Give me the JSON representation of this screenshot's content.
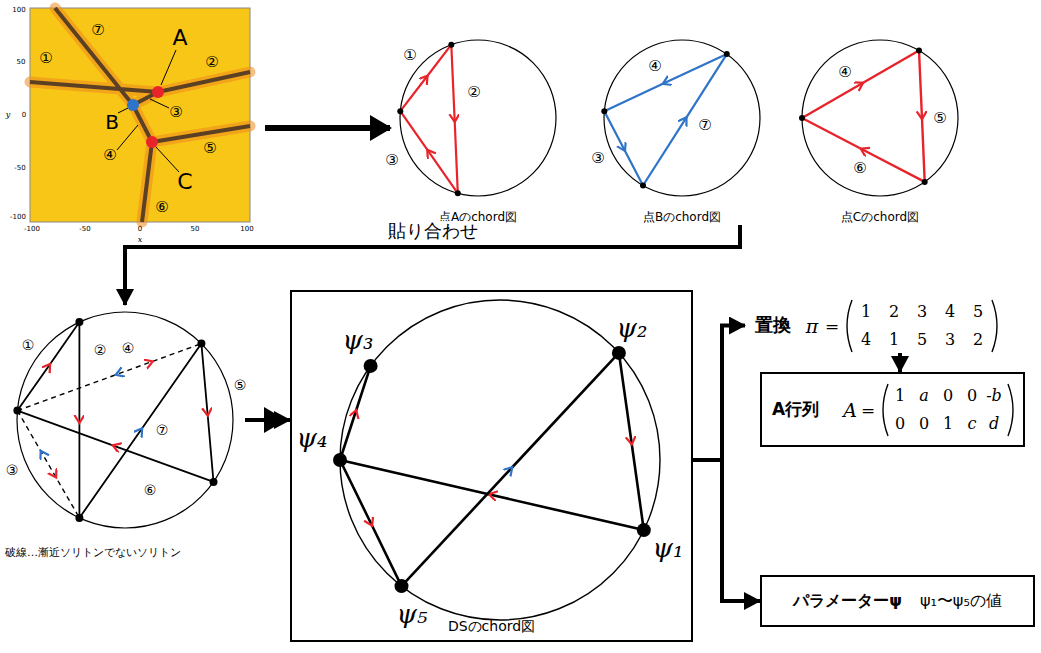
{
  "diagram": {
    "nodes": [
      {
        "text": [
          "点Aのchord図"
        ]
      },
      {
        "text": [
          "点Bのchord図"
        ]
      },
      {
        "text": [
          "点Cのchord図"
        ]
      },
      {
        "text": [
          "破線…漸近ソリトンでないソリトン"
        ]
      },
      {
        "text": [
          "DSのchord図"
        ]
      },
      {
        "text": [
          "置換"
        ]
      },
      {
        "text": [
          "A行列"
        ]
      },
      {
        "text": [
          "パラメーターψ",
          "ψ₁〜ψ₅の値"
        ]
      }
    ],
    "edges": [
      {
        "from": 1,
        "to": 3,
        "arrow": "to",
        "label": "貼り合わせ"
      },
      {
        "from": 3,
        "to": 4,
        "arrow": "to"
      },
      {
        "from": 4,
        "to": 5,
        "arrow": "to"
      },
      {
        "from": 5,
        "to": 6,
        "arrow": "to"
      },
      {
        "from": 4,
        "to": 7,
        "arrow": "to"
      }
    ],
    "labels": [
      "①",
      "⑦",
      "A",
      "②",
      "B",
      "③",
      "④",
      "C",
      "⑤",
      "⑥",
      "100",
      "50",
      "0",
      "-50",
      "-100",
      "-100",
      "-50",
      "0",
      "50",
      "100",
      "x",
      "y",
      "①",
      "②",
      "③",
      "④",
      "③",
      "⑦",
      "④",
      "⑤",
      "⑥",
      "①",
      "②",
      "④",
      "⑦",
      "⑤",
      "⑥",
      "③",
      "ψ₂",
      "ψ₁",
      "ψ₃",
      "ψ₄",
      "ψ₅",
      "π",
      "=",
      "1",
      "2",
      "3",
      "4",
      "5",
      "4",
      "1",
      "5",
      "3",
      "2",
      "A",
      "=",
      "1",
      "a",
      "0",
      "0",
      "-b",
      "0",
      "0",
      "1",
      "c",
      "d"
    ]
  }
}
